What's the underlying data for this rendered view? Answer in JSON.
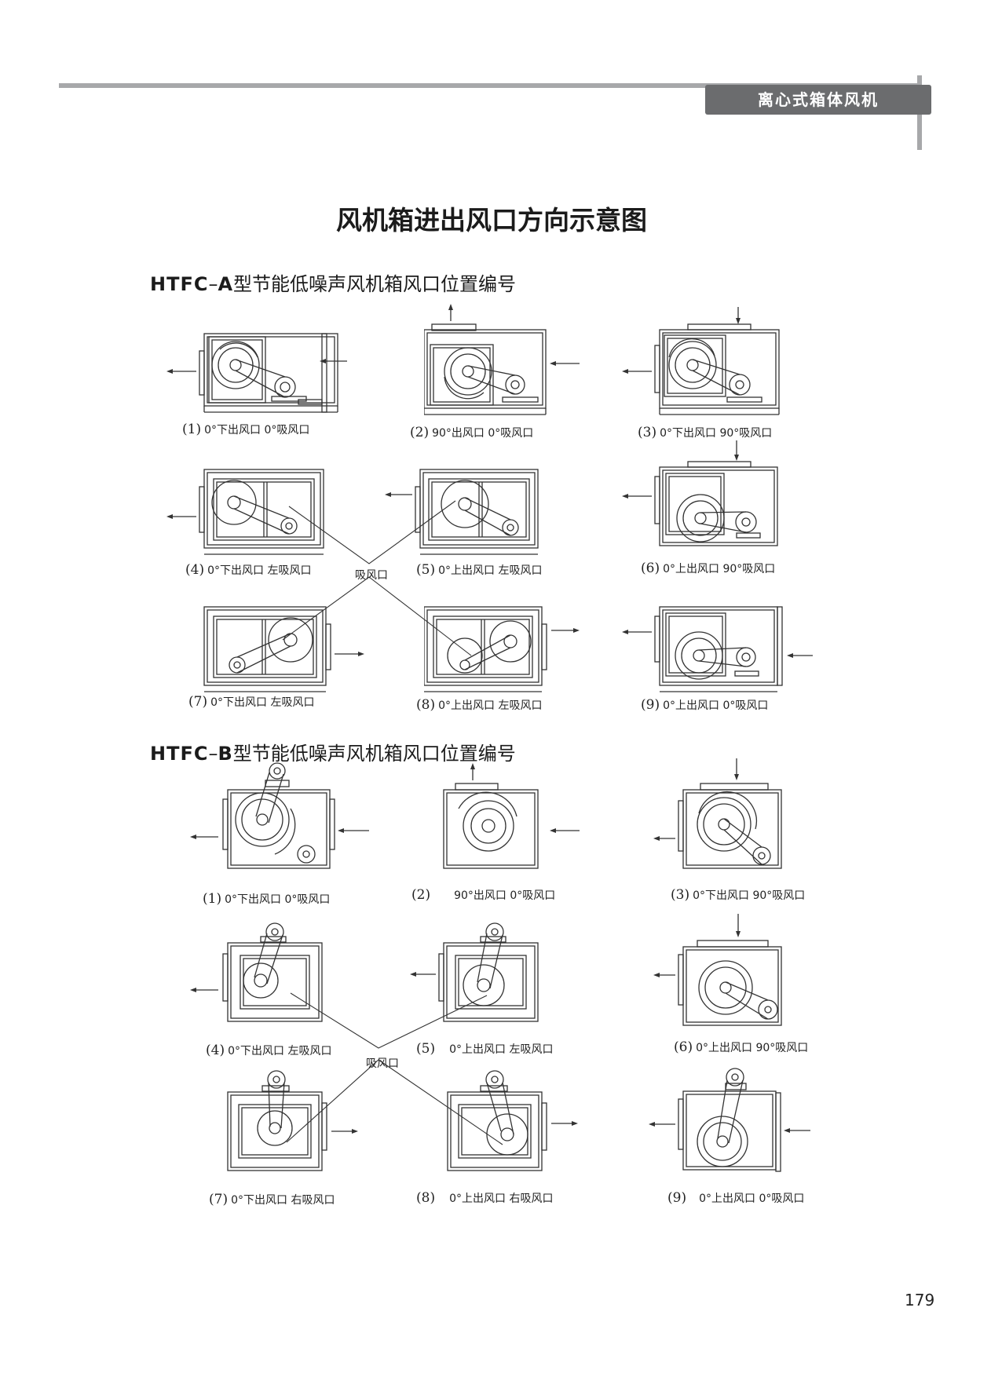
{
  "header": {
    "tag": "离心式箱体风机"
  },
  "page_title": "风机箱进出风口方向示意图",
  "sections": [
    {
      "title_prefix": "HTFC",
      "title_dash": "–",
      "title_type": "A",
      "title_rest": "型节能低噪声风机箱风口位置编号",
      "inlet_label": "吸风口",
      "items": [
        {
          "num": "(1)",
          "caption": "0°下出风口 0°吸风口"
        },
        {
          "num": "(2)",
          "caption": "90°出风口 0°吸风口"
        },
        {
          "num": "(3)",
          "caption": "0°下出风口 90°吸风口"
        },
        {
          "num": "(4)",
          "caption": "0°下出风口 左吸风口"
        },
        {
          "num": "(5)",
          "caption": "0°上出风口 左吸风口"
        },
        {
          "num": "(6)",
          "caption": "0°上出风口 90°吸风口"
        },
        {
          "num": "(7)",
          "caption": "0°下出风口 左吸风口"
        },
        {
          "num": "(8)",
          "caption": "0°上出风口 左吸风口"
        },
        {
          "num": "(9)",
          "caption": "0°上出风口 0°吸风口"
        }
      ]
    },
    {
      "title_prefix": "HTFC",
      "title_dash": "–",
      "title_type": "B",
      "title_rest": "型节能低噪声风机箱风口位置编号",
      "inlet_label": "吸风口",
      "items": [
        {
          "num": "(1)",
          "caption": "0°下出风口 0°吸风口"
        },
        {
          "num": "(2)",
          "caption": "90°出风口 0°吸风口"
        },
        {
          "num": "(3)",
          "caption": "0°下出风口 90°吸风口"
        },
        {
          "num": "(4)",
          "caption": "0°下出风口 左吸风口"
        },
        {
          "num": "(5)",
          "caption": "0°上出风口 左吸风口"
        },
        {
          "num": "(6)",
          "caption": "0°上出风口 90°吸风口"
        },
        {
          "num": "(7)",
          "caption": "0°下出风口 右吸风口"
        },
        {
          "num": "(8)",
          "caption": "0°上出风口 右吸风口"
        },
        {
          "num": "(9)",
          "caption": "0°上出风口 0°吸风口"
        }
      ]
    }
  ],
  "page_number": "179"
}
